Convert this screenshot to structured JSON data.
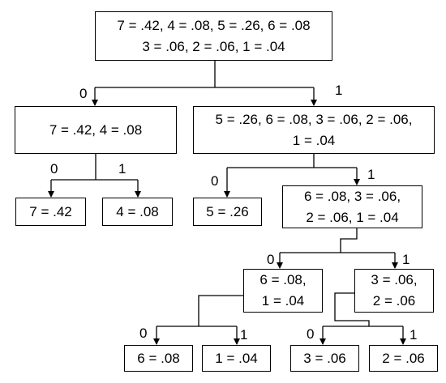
{
  "tree": {
    "root": {
      "line1": "7 = .42, 4 = .08, 5 = .26, 6 = .08",
      "line2": "3 = .06, 2 = .06, 1 = .04"
    },
    "n_left": {
      "line1": "7 = .42, 4 = .08"
    },
    "n_right": {
      "line1": "5 = .26, 6 = .08, 3 = .06, 2 = .06,",
      "line2": "1 = .04"
    },
    "leaf_7": {
      "line1": "7 = .42"
    },
    "leaf_4": {
      "line1": "4 = .08"
    },
    "leaf_5": {
      "line1": "5 = .26"
    },
    "n_6321": {
      "line1": "6 = .08, 3 = .06,",
      "line2": "2 = .06, 1 = .04"
    },
    "n_61": {
      "line1": "6 = .08,",
      "line2": "1 = .04"
    },
    "n_32": {
      "line1": "3 = .06,",
      "line2": "2 = .06"
    },
    "leaf_6": {
      "line1": "6 = .08"
    },
    "leaf_1": {
      "line1": "1 = .04"
    },
    "leaf_3": {
      "line1": "3 = .06"
    },
    "leaf_2": {
      "line1": "2 = .06"
    }
  },
  "edge_labels": {
    "zero": "0",
    "one": "1"
  }
}
